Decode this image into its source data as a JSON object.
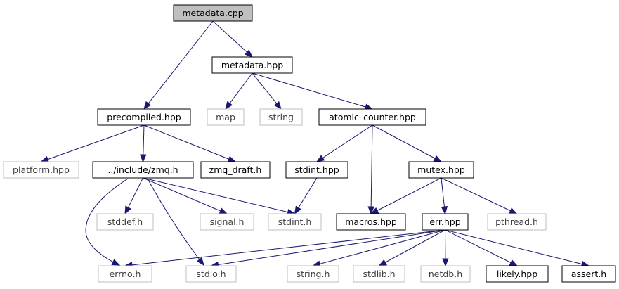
{
  "colors": {
    "edge": "#191970",
    "root_fill": "#bfbfbf",
    "external_border": "#bfbfbf",
    "defined_border": "#000000"
  },
  "nodes": {
    "metadata_cpp": "metadata.cpp",
    "metadata_hpp": "metadata.hpp",
    "precompiled_hpp": "precompiled.hpp",
    "map": "map",
    "string": "string",
    "atomic_counter_hpp": "atomic_counter.hpp",
    "platform_hpp": "platform.hpp",
    "zmq_h": "../include/zmq.h",
    "zmq_draft_h": "zmq_draft.h",
    "stdint_hpp": "stdint.hpp",
    "mutex_hpp": "mutex.hpp",
    "stddef_h": "stddef.h",
    "signal_h": "signal.h",
    "stdint_h": "stdint.h",
    "macros_hpp": "macros.hpp",
    "err_hpp": "err.hpp",
    "pthread_h": "pthread.h",
    "errno_h": "errno.h",
    "stdio_h": "stdio.h",
    "string_h": "string.h",
    "stdlib_h": "stdlib.h",
    "netdb_h": "netdb.h",
    "likely_hpp": "likely.hpp",
    "assert_h": "assert.h"
  },
  "edges": [
    [
      "metadata_cpp",
      "metadata_hpp"
    ],
    [
      "metadata_cpp",
      "precompiled_hpp"
    ],
    [
      "metadata_hpp",
      "map"
    ],
    [
      "metadata_hpp",
      "string"
    ],
    [
      "metadata_hpp",
      "atomic_counter_hpp"
    ],
    [
      "precompiled_hpp",
      "platform_hpp"
    ],
    [
      "precompiled_hpp",
      "zmq_h"
    ],
    [
      "precompiled_hpp",
      "zmq_draft_h"
    ],
    [
      "atomic_counter_hpp",
      "stdint_hpp"
    ],
    [
      "atomic_counter_hpp",
      "macros_hpp"
    ],
    [
      "atomic_counter_hpp",
      "mutex_hpp"
    ],
    [
      "zmq_h",
      "errno_h"
    ],
    [
      "zmq_h",
      "stddef_h"
    ],
    [
      "zmq_h",
      "stdio_h"
    ],
    [
      "zmq_h",
      "signal_h"
    ],
    [
      "zmq_h",
      "stdint_h"
    ],
    [
      "stdint_hpp",
      "stdint_h"
    ],
    [
      "mutex_hpp",
      "macros_hpp"
    ],
    [
      "mutex_hpp",
      "err_hpp"
    ],
    [
      "mutex_hpp",
      "pthread_h"
    ],
    [
      "err_hpp",
      "errno_h"
    ],
    [
      "err_hpp",
      "stdio_h"
    ],
    [
      "err_hpp",
      "string_h"
    ],
    [
      "err_hpp",
      "stdlib_h"
    ],
    [
      "err_hpp",
      "netdb_h"
    ],
    [
      "err_hpp",
      "likely_hpp"
    ],
    [
      "err_hpp",
      "assert_h"
    ]
  ]
}
